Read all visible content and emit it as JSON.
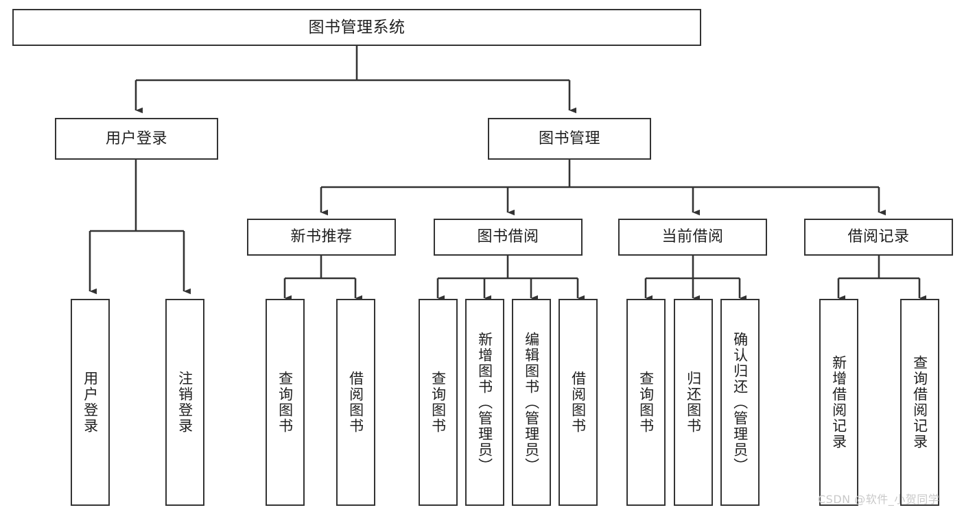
{
  "diagram": {
    "type": "tree-hierarchy-chart",
    "title": "图书管理系统",
    "background_color": "#ffffff",
    "line_color": "#333333",
    "text_color": "#1f1f1f",
    "root": {
      "id": "root",
      "label": "图书管理系统",
      "orientation": "horizontal"
    },
    "level2": [
      {
        "id": "user-login",
        "label": "用户登录",
        "orientation": "horizontal"
      },
      {
        "id": "book-manage",
        "label": "图书管理",
        "orientation": "horizontal"
      }
    ],
    "level3": [
      {
        "id": "new-book-recommend",
        "label": "新书推荐",
        "orientation": "horizontal",
        "parent": "book-manage"
      },
      {
        "id": "book-borrow",
        "label": "图书借阅",
        "orientation": "horizontal",
        "parent": "book-manage"
      },
      {
        "id": "current-borrow",
        "label": "当前借阅",
        "orientation": "horizontal",
        "parent": "book-manage"
      },
      {
        "id": "borrow-record",
        "label": "借阅记录",
        "orientation": "horizontal",
        "parent": "book-manage"
      }
    ],
    "leaves": [
      {
        "id": "leaf-user-login",
        "label": "用户登录",
        "parent": "user-login"
      },
      {
        "id": "leaf-user-logout",
        "label": "注销登录",
        "parent": "user-login"
      },
      {
        "id": "leaf-query-book-1",
        "label": "查询图书",
        "parent": "new-book-recommend"
      },
      {
        "id": "leaf-borrow-book-1",
        "label": "借阅图书",
        "parent": "new-book-recommend"
      },
      {
        "id": "leaf-query-book-2",
        "label": "查询图书",
        "parent": "book-borrow"
      },
      {
        "id": "leaf-add-book",
        "label": "新增图书（管理员）",
        "parent": "book-borrow"
      },
      {
        "id": "leaf-edit-book",
        "label": "编辑图书（管理员）",
        "parent": "book-borrow"
      },
      {
        "id": "leaf-borrow-book-2",
        "label": "借阅图书",
        "parent": "book-borrow"
      },
      {
        "id": "leaf-query-book-3",
        "label": "查询图书",
        "parent": "current-borrow"
      },
      {
        "id": "leaf-return-book",
        "label": "归还图书",
        "parent": "current-borrow"
      },
      {
        "id": "leaf-confirm-return",
        "label": "确认归还（管理员）",
        "parent": "current-borrow"
      },
      {
        "id": "leaf-add-record",
        "label": "新增借阅记录",
        "parent": "borrow-record"
      },
      {
        "id": "leaf-query-record",
        "label": "查询借阅记录",
        "parent": "borrow-record"
      }
    ]
  },
  "watermark": {
    "text": "CSDN @软件_小贺同学",
    "color": "#c9c9c9"
  }
}
